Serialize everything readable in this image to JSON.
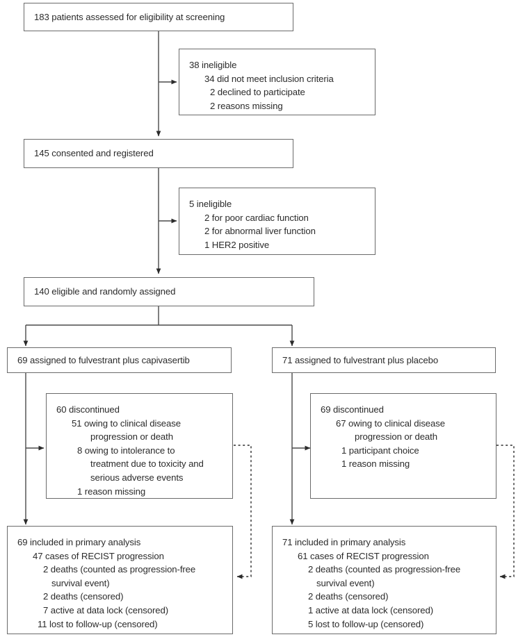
{
  "diagram": {
    "title": "CONSORT trial profile",
    "type": "flowchart",
    "line_color": "#6a6a6a",
    "text_color": "#2b2b2b",
    "background": "#ffffff"
  },
  "nodes": {
    "screening": {
      "lines": [
        "183 patients assessed for eligibility at screening"
      ]
    },
    "ineligible_screening": {
      "lines": [
        "38 ineligible",
        "34 did not meet inclusion criteria",
        "2 declined to participate",
        "2 reasons missing"
      ]
    },
    "consented": {
      "lines": [
        "145 consented and registered"
      ]
    },
    "ineligible_consented": {
      "lines": [
        "5 ineligible",
        "2 for poor cardiac function",
        "2 for abnormal liver function",
        "1 HER2 positive"
      ]
    },
    "randomised": {
      "lines": [
        "140 eligible and randomly assigned"
      ]
    },
    "arm_left": {
      "lines": [
        "69 assigned to fulvestrant plus capivasertib"
      ]
    },
    "arm_right": {
      "lines": [
        "71 assigned to fulvestrant plus placebo"
      ]
    },
    "discontinued_left": {
      "lines": [
        "60 discontinued",
        "51 owing to clinical disease",
        "progression or death",
        "8 owing to intolerance to",
        "treatment due to toxicity and",
        "serious adverse events",
        "1 reason missing"
      ]
    },
    "discontinued_right": {
      "lines": [
        "69 discontinued",
        "67 owing to clinical disease",
        "progression or death",
        "1 participant choice",
        "1 reason missing"
      ]
    },
    "analysis_left": {
      "lines": [
        "69 included in primary analysis",
        "47 cases of RECIST progression",
        "2 deaths (counted as progression-free",
        "survival event)",
        "2 deaths (censored)",
        "7 active at data lock (censored)",
        "11 lost to follow-up (censored)"
      ]
    },
    "analysis_right": {
      "lines": [
        "71 included in primary analysis",
        "61 cases of RECIST progression",
        "2 deaths (counted as progression-free",
        "survival event)",
        "2 deaths (censored)",
        "1 active at data lock (censored)",
        "5 lost to follow-up (censored)"
      ]
    }
  },
  "chart_data": {
    "type": "flowchart",
    "title": "CONSORT trial profile",
    "counts": {
      "assessed_for_eligibility": 183,
      "ineligible_at_screening": 38,
      "ineligible_screening_reasons": {
        "did_not_meet_inclusion_criteria": 34,
        "declined_to_participate": 2,
        "reasons_missing": 2
      },
      "consented_and_registered": 145,
      "ineligible_after_consent": 5,
      "ineligible_consent_reasons": {
        "poor_cardiac_function": 2,
        "abnormal_liver_function": 2,
        "her2_positive": 1
      },
      "eligible_and_randomly_assigned": 140,
      "assigned_capivasertib": 69,
      "assigned_placebo": 71,
      "discontinued_capivasertib": 60,
      "discontinued_capivasertib_reasons": {
        "clinical_disease_progression_or_death": 51,
        "intolerance_to_treatment_toxicity_serious_adverse_events": 8,
        "reason_missing": 1
      },
      "discontinued_placebo": 69,
      "discontinued_placebo_reasons": {
        "clinical_disease_progression_or_death": 67,
        "participant_choice": 1,
        "reason_missing": 1
      },
      "analysed_capivasertib": 69,
      "analysed_capivasertib_detail": {
        "recist_progression": 47,
        "deaths_counted_as_pfs_event": 2,
        "deaths_censored": 2,
        "active_at_data_lock_censored": 7,
        "lost_to_follow_up_censored": 11
      },
      "analysed_placebo": 71,
      "analysed_placebo_detail": {
        "recist_progression": 61,
        "deaths_counted_as_pfs_event": 2,
        "deaths_censored": 2,
        "active_at_data_lock_censored": 1,
        "lost_to_follow_up_censored": 5
      }
    }
  }
}
